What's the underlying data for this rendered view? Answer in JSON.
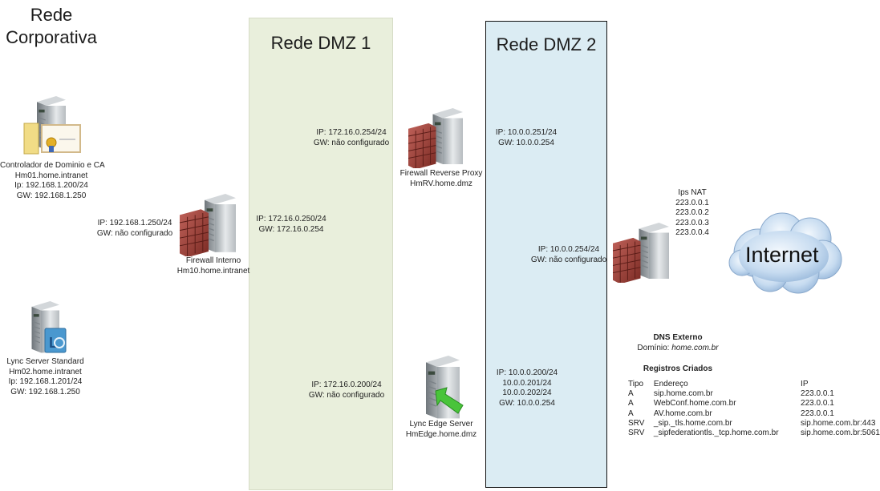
{
  "zones": {
    "corporate": {
      "title_line1": "Rede",
      "title_line2": "Corporativa"
    },
    "dmz1": {
      "title": "Rede DMZ 1",
      "color": "#e9efdc"
    },
    "dmz2": {
      "title": "Rede DMZ 2",
      "color": "#dbecf3"
    }
  },
  "nodes": {
    "domain_controller": {
      "icon": "server-certificate-icon",
      "lines": [
        "Controlador de Dominio e CA",
        "Hm01.home.intranet",
        "Ip: 192.168.1.200/24",
        "GW: 192.168.1.250"
      ]
    },
    "lync_standard": {
      "icon": "server-lync-icon",
      "lines": [
        "Lync Server Standard",
        "Hm02.home.intranet",
        "Ip: 192.168.1.201/24",
        "GW: 192.168.1.250"
      ]
    },
    "firewall_internal": {
      "icon": "firewall-server-icon",
      "lines": [
        "Firewall Interno",
        "Hm10.home.intranet"
      ],
      "left_if": [
        "IP: 192.168.1.250/24",
        "GW: não configurado"
      ],
      "right_if": [
        "IP: 172.16.0.250/24",
        "GW: 172.16.0.254"
      ]
    },
    "reverse_proxy": {
      "icon": "firewall-server-icon",
      "lines": [
        "Firewall Reverse Proxy",
        "HmRV.home.dmz"
      ],
      "left_if": [
        "IP: 172.16.0.254/24",
        "GW: não configurado"
      ],
      "right_if": [
        "IP: 10.0.0.251/24",
        "GW: 10.0.0.254"
      ]
    },
    "edge_server": {
      "icon": "server-edge-arrow-icon",
      "lines": [
        "Lync Edge Server",
        "HmEdge.home.dmz"
      ],
      "left_if": [
        "IP: 172.16.0.200/24",
        "GW: não configurado"
      ],
      "right_if": [
        "IP: 10.0.0.200/24",
        "10.0.0.201/24",
        "10.0.0.202/24",
        "GW: 10.0.0.254"
      ]
    },
    "external_firewall": {
      "icon": "firewall-server-icon",
      "left_if": [
        "IP: 10.0.0.254/24",
        "GW: não configurado"
      ],
      "nat": [
        "Ips NAT",
        "223.0.0.1",
        "223.0.0.2",
        "223.0.0.3",
        "223.0.0.4"
      ]
    },
    "internet": {
      "icon": "cloud-icon",
      "label": "Internet"
    }
  },
  "dns": {
    "title": "DNS Externo",
    "domain_label": "Domínio: ",
    "domain_value": "home.com.br",
    "records_title": "Registros Criados",
    "headers": [
      "Tipo",
      "Endereço",
      "IP"
    ],
    "rows": [
      [
        "A",
        "sip.home.com.br",
        "223.0.0.1"
      ],
      [
        "A",
        "WebConf.home.com.br",
        "223.0.0.1"
      ],
      [
        "A",
        "AV.home.com.br",
        "223.0.0.1"
      ],
      [
        "SRV",
        "_sip._tls.home.com.br",
        "sip.home.com.br:443"
      ],
      [
        "SRV",
        "_sipfederationtls._tcp.home.com.br",
        "sip.home.com.br:5061"
      ]
    ]
  }
}
